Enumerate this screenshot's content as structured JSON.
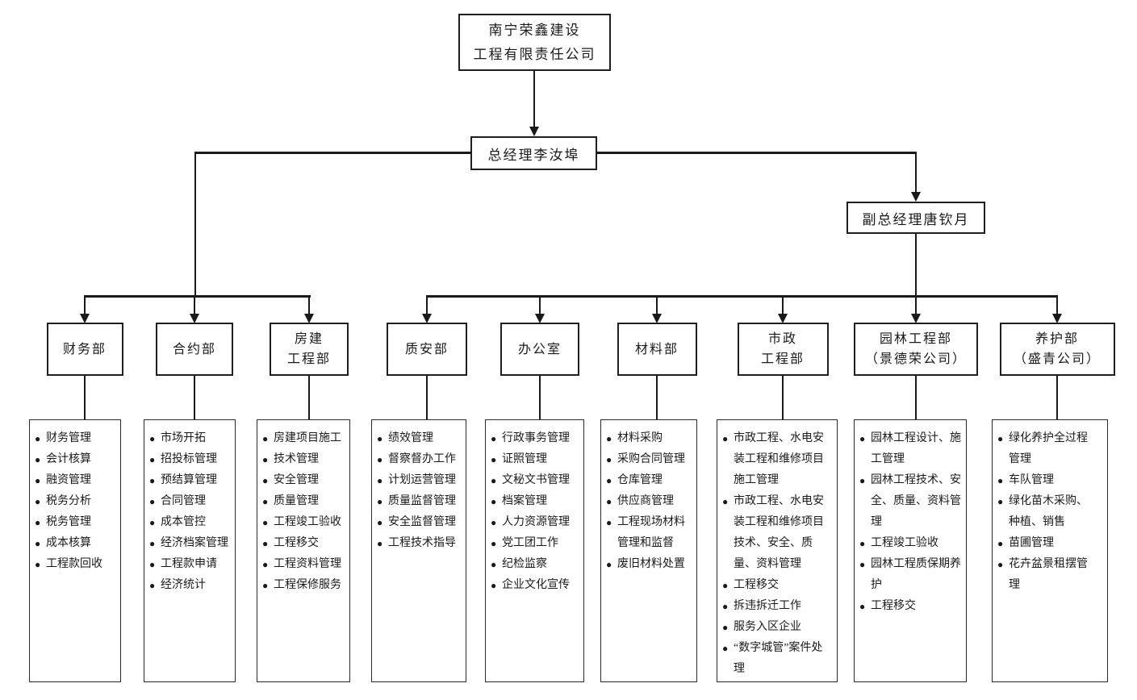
{
  "company": {
    "name_lines": [
      "南宁荣鑫建设",
      "工程有限责任公司"
    ]
  },
  "general_manager": {
    "label": "总经理李汝埠"
  },
  "deputy_general_manager": {
    "label": "副总经理唐钦月"
  },
  "bullet_glyph": "●",
  "departments": [
    {
      "title_lines": [
        "财务部"
      ],
      "duties": [
        "财务管理",
        "会计核算",
        "融资管理",
        "税务分析",
        "税务管理",
        "成本核算",
        "工程款回收"
      ]
    },
    {
      "title_lines": [
        "合约部"
      ],
      "duties": [
        "市场开拓",
        "招投标管理",
        "预结算管理",
        "合同管理",
        "成本管控",
        "经济档案管理",
        "工程款申请",
        "经济统计"
      ]
    },
    {
      "title_lines": [
        "房建",
        "工程部"
      ],
      "duties": [
        "房建项目施工",
        "技术管理",
        "安全管理",
        "质量管理",
        "工程竣工验收",
        "工程移交",
        "工程资料管理",
        "工程保修服务"
      ]
    },
    {
      "title_lines": [
        "质安部"
      ],
      "duties": [
        "绩效管理",
        "督察督办工作",
        "计划运营管理",
        "质量监督管理",
        "安全监督管理",
        "工程技术指导"
      ]
    },
    {
      "title_lines": [
        "办公室"
      ],
      "duties": [
        "行政事务管理",
        "证照管理",
        "文秘文书管理",
        "档案管理",
        "人力资源管理",
        "党工团工作",
        "纪检监察",
        "企业文化宣传"
      ]
    },
    {
      "title_lines": [
        "材料部"
      ],
      "duties": [
        "材料采购",
        "采购合同管理",
        "仓库管理",
        "供应商管理",
        "工程现场材料管理和监督",
        "废旧材料处置"
      ]
    },
    {
      "title_lines": [
        "市政",
        "工程部"
      ],
      "duties": [
        "市政工程、水电安装工程和维修项目施工管理",
        "市政工程、水电安装工程和维修项目技术、安全、质量、资料管理",
        "工程移交",
        "拆违拆迁工作",
        "服务入区企业",
        "“数字城管”案件处理"
      ]
    },
    {
      "title_lines": [
        "园林工程部",
        "（景德荣公司）"
      ],
      "duties": [
        "园林工程设计、施工管理",
        "园林工程技术、安全、质量、资料管理",
        "工程竣工验收",
        "园林工程质保期养护",
        "工程移交"
      ]
    },
    {
      "title_lines": [
        "养护部",
        "（盛青公司）"
      ],
      "duties": [
        "绿化养护全过程管理",
        "车队管理",
        "绿化苗木采购、种植、销售",
        "苗圃管理",
        "花卉盆景租摆管理"
      ]
    }
  ]
}
